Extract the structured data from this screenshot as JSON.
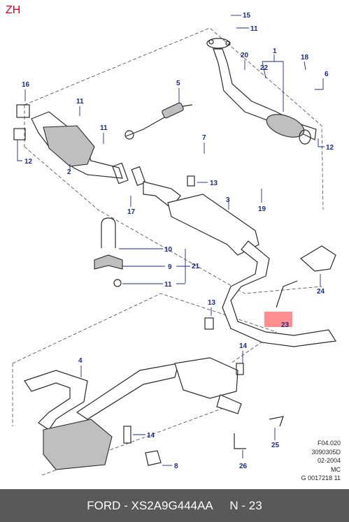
{
  "header": {
    "region_code": "ZH",
    "region_color": "#e0001a"
  },
  "callouts": [
    {
      "id": "c15",
      "label": "15"
    },
    {
      "id": "c11a",
      "label": "11"
    },
    {
      "id": "c1",
      "label": "1"
    },
    {
      "id": "c20",
      "label": "20"
    },
    {
      "id": "c22",
      "label": "22"
    },
    {
      "id": "c18",
      "label": "18"
    },
    {
      "id": "c6",
      "label": "6"
    },
    {
      "id": "c16",
      "label": "16"
    },
    {
      "id": "c5",
      "label": "5"
    },
    {
      "id": "c11b",
      "label": "11"
    },
    {
      "id": "c11c",
      "label": "11"
    },
    {
      "id": "c12a",
      "label": "12"
    },
    {
      "id": "c12b",
      "label": "12"
    },
    {
      "id": "c7",
      "label": "7"
    },
    {
      "id": "c2",
      "label": "2"
    },
    {
      "id": "c17",
      "label": "17"
    },
    {
      "id": "c13a",
      "label": "13"
    },
    {
      "id": "c19",
      "label": "19"
    },
    {
      "id": "c3",
      "label": "3"
    },
    {
      "id": "c10",
      "label": "10"
    },
    {
      "id": "c9",
      "label": "9"
    },
    {
      "id": "c21",
      "label": "21"
    },
    {
      "id": "c11d",
      "label": "11"
    },
    {
      "id": "c24",
      "label": "24"
    },
    {
      "id": "c13b",
      "label": "13"
    },
    {
      "id": "c23",
      "label": "23"
    },
    {
      "id": "c4",
      "label": "4"
    },
    {
      "id": "c14a",
      "label": "14"
    },
    {
      "id": "c14b",
      "label": "14"
    },
    {
      "id": "c8",
      "label": "8"
    },
    {
      "id": "c26",
      "label": "26"
    },
    {
      "id": "c25",
      "label": "25"
    }
  ],
  "highlight": {
    "part_label": "23",
    "color": "#ff6060"
  },
  "reference": [
    "F04.020",
    "3090305D",
    "02-2004",
    "MC",
    "G 0017218 11"
  ],
  "footer": {
    "brand": "FORD",
    "separator": " - ",
    "part_number": "XS2A9G444AA",
    "page": "N - 23"
  }
}
